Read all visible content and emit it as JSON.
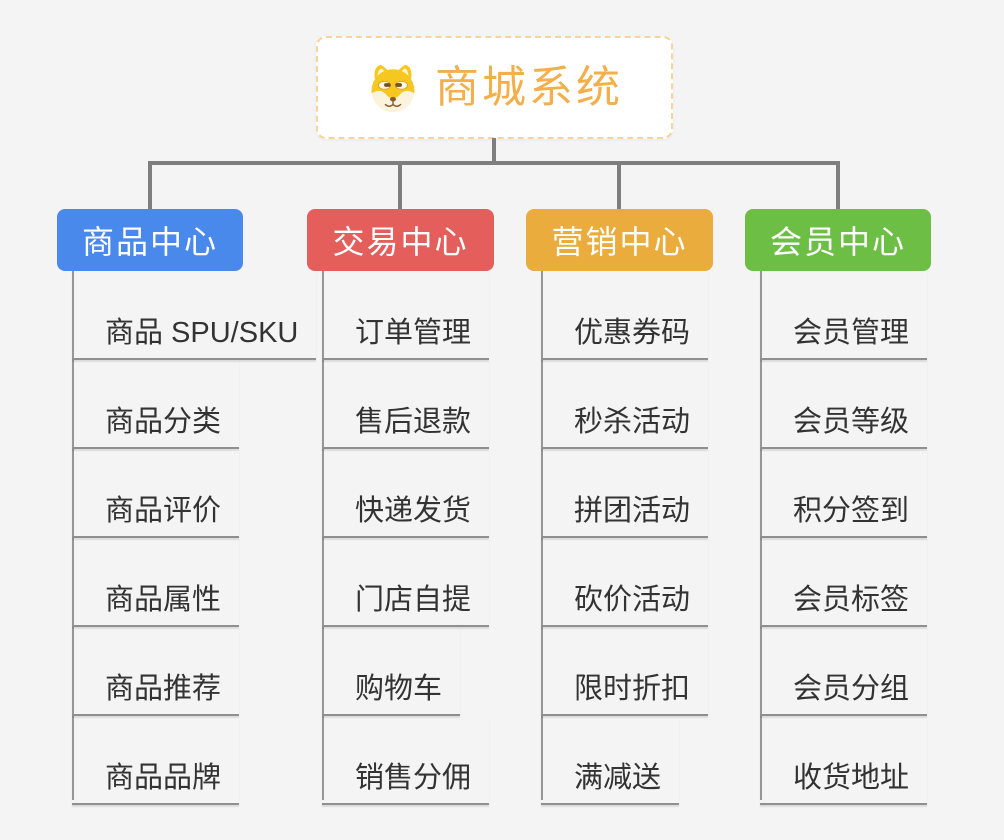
{
  "root": {
    "title": "商城系统",
    "icon": "doge-icon",
    "title_color": "#f2af4b",
    "border_color": "#f6d49c"
  },
  "colors": {
    "background": "#f4f4f5",
    "connector": "#7e7e7e",
    "spine_line": "#979797",
    "item_underline": "#8f8f8f",
    "item_text": "#333333"
  },
  "branches": [
    {
      "label": "商品中心",
      "color": "#4a89ec",
      "items": [
        "商品 SPU/SKU",
        "商品分类",
        "商品评价",
        "商品属性",
        "商品推荐",
        "商品品牌"
      ]
    },
    {
      "label": "交易中心",
      "color": "#e45f5c",
      "items": [
        "订单管理",
        "售后退款",
        "快递发货",
        "门店自提",
        "购物车",
        "销售分佣"
      ]
    },
    {
      "label": "营销中心",
      "color": "#ebac3e",
      "items": [
        "优惠券码",
        "秒杀活动",
        "拼团活动",
        "砍价活动",
        "限时折扣",
        "满减送"
      ]
    },
    {
      "label": "会员中心",
      "color": "#6cbe45",
      "items": [
        "会员管理",
        "会员等级",
        "积分签到",
        "会员标签",
        "会员分组",
        "收货地址"
      ]
    }
  ]
}
